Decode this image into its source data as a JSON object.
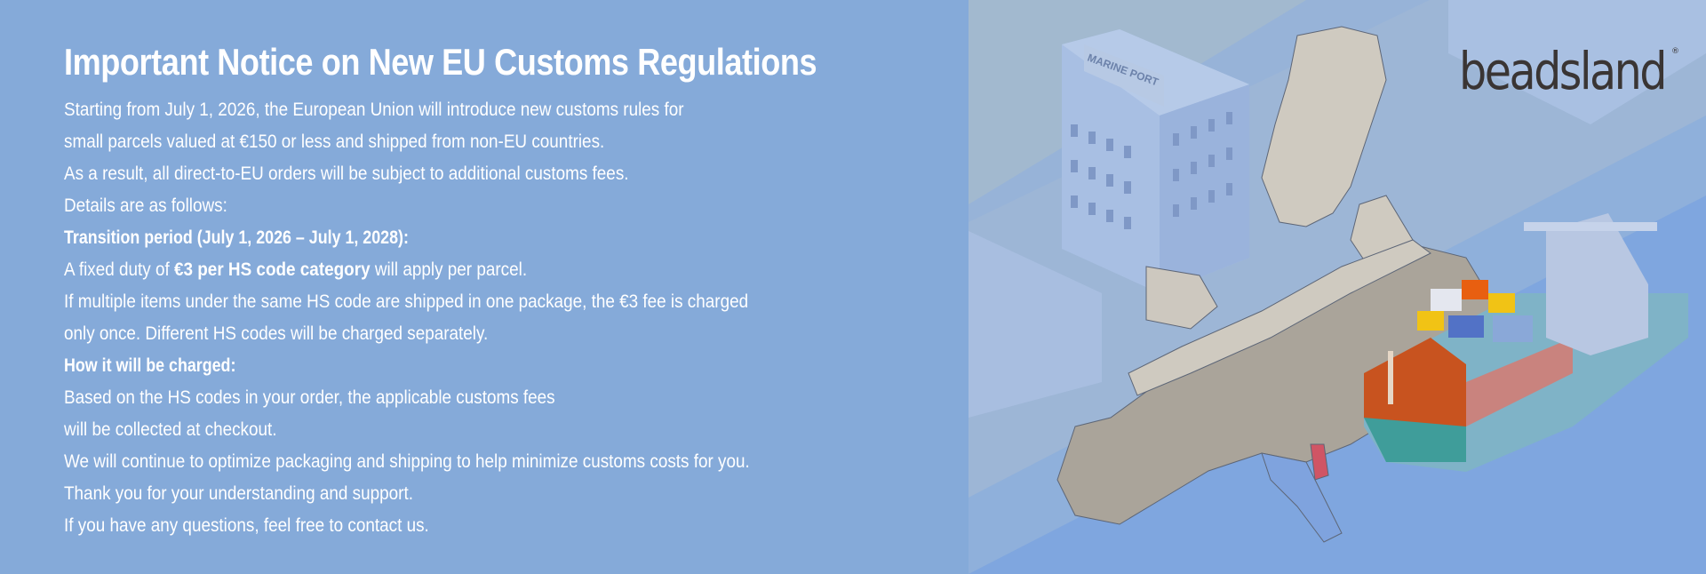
{
  "notice": {
    "title": "Important Notice on New EU Customs Regulations",
    "lines": [
      "Starting from July 1, 2026, the European Union will introduce new customs rules for",
      "small parcels valued at €150 or less and shipped from non-EU countries.",
      "As a result, all direct-to-EU orders will be subject to additional customs fees.",
      "Details are as follows:",
      "Transition period (July 1, 2026 – July 1, 2028):",
      {
        "pre": "A fixed duty of ",
        "bold": "€3 per HS code category",
        "post": " will apply per parcel."
      },
      "If multiple items under the same HS code are shipped in one package, the €3 fee is charged",
      "only once. Different HS codes will be charged separately.",
      "How it will be charged:",
      "Based on the HS codes in your order, the applicable customs fees",
      "will be collected at checkout.",
      "We will continue to optimize packaging and shipping to help minimize customs costs for you.",
      "Thank you for your understanding and support.",
      "If you have any questions, feel free to contact us."
    ]
  },
  "illustration": {
    "sign_text": "MARINE PORT",
    "logo": "beadsland",
    "logo_mark": "®"
  },
  "colors": {
    "background": "#85aad9",
    "text": "#ffffff",
    "land": "#aaa49a",
    "ship_hull": "#c8531f",
    "logo": "#3a3534"
  }
}
